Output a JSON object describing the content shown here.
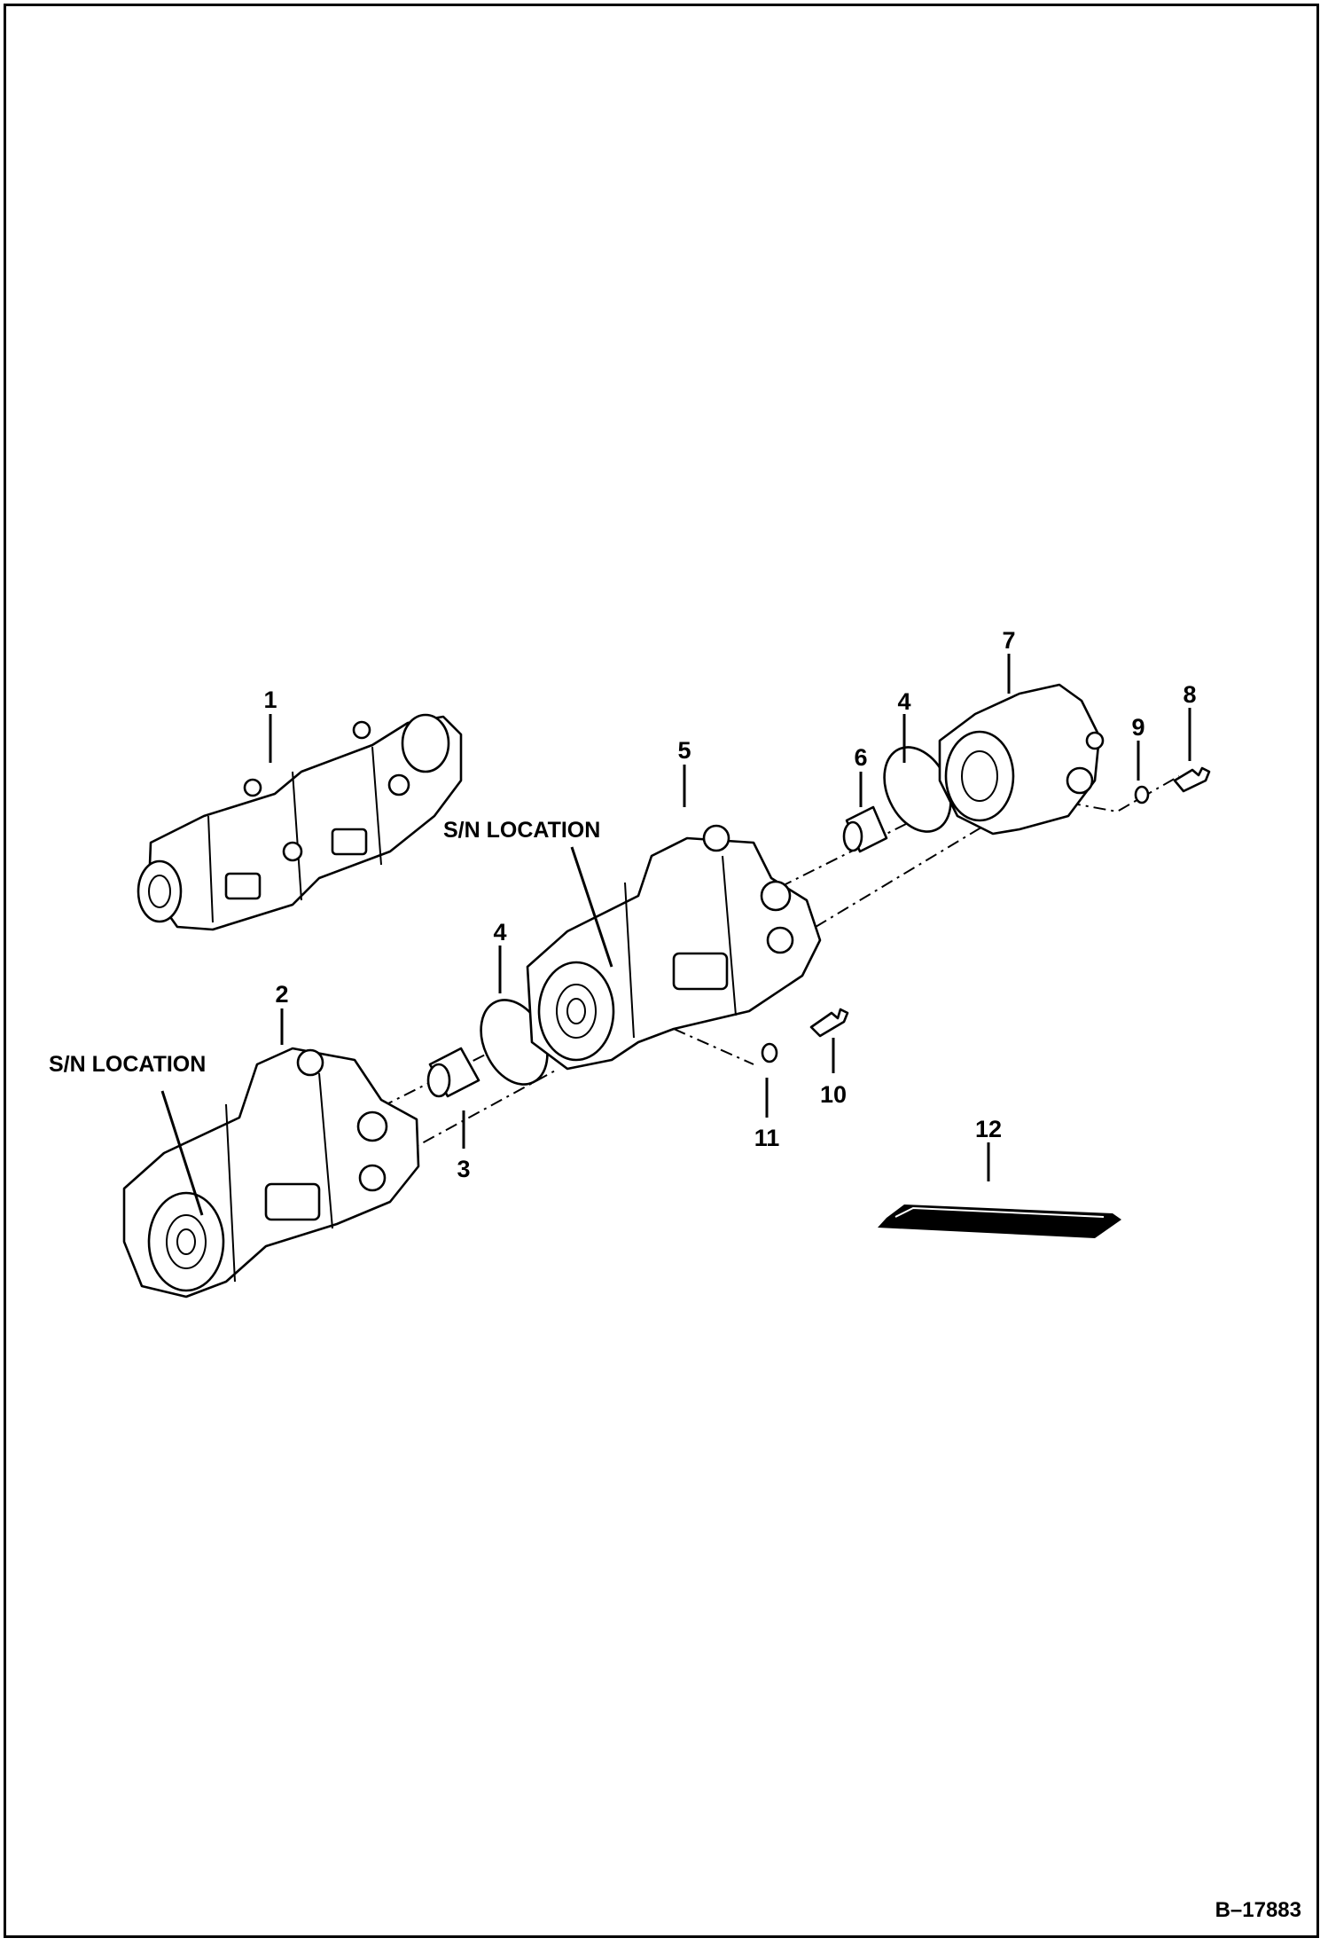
{
  "diagram": {
    "figure_ref": "B–17883",
    "sn_labels": [
      "S/N LOCATION",
      "S/N LOCATION"
    ],
    "callouts": [
      "1",
      "2",
      "3",
      "4",
      "4",
      "5",
      "6",
      "7",
      "8",
      "9",
      "10",
      "11",
      "12"
    ]
  }
}
